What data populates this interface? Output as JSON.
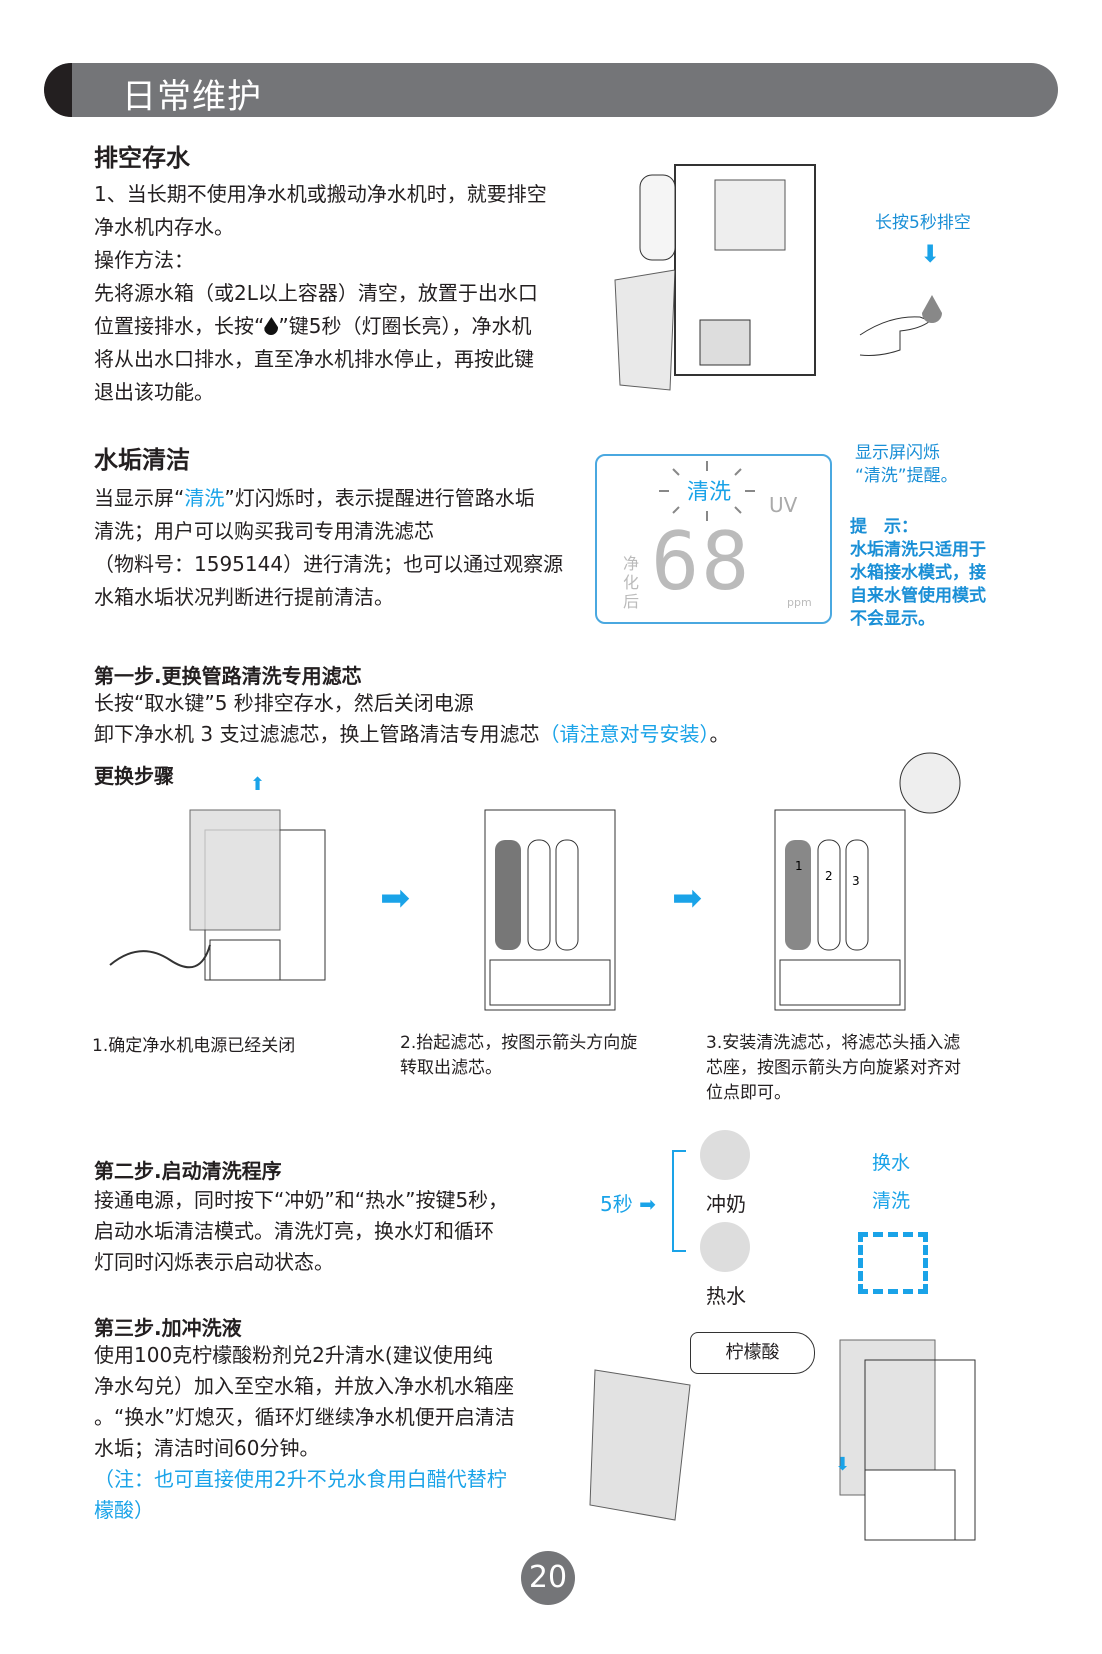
{
  "header": {
    "title": "日常维护"
  },
  "drain": {
    "heading": "排空存水",
    "lines": [
      "1、当长期不使用净水机或搬动净水机时，就要排空",
      "净水机内存水。",
      "操作方法：",
      "先将源水箱（或2L以上容器）清空，放置于出水口"
    ],
    "line5_pre": "位置接排水，长按“",
    "line5_post": "”键5秒（灯圈长亮），净水机",
    "lines_end": [
      "将从出水口排水，直至净水机排水停止，再按此键",
      "退出该功能。"
    ],
    "illus_label": "长按5秒排空"
  },
  "scale": {
    "heading": "水垢清洁",
    "line1_pre": "当显示屏“",
    "line1_hl": "清洗",
    "line1_post": "”灯闪烁时，表示提醒进行管路水垢",
    "lines": [
      "清洗；用户可以购买我司专用清洗滤芯",
      "（物料号：1595144）进行清洗；也可以通过观察源",
      "水箱水垢状况判断进行提前清洁。"
    ],
    "lcd": {
      "clean": "清洗",
      "uv": "UV",
      "after": "净化后",
      "value": "68",
      "unit": "ppm"
    },
    "notes": [
      "显示屏闪烁",
      "“清洗”提醒。"
    ],
    "tip_title": "提　示：",
    "tips": [
      "水垢清洗只适用于",
      "水箱接水模式，接",
      "自来水管使用模式",
      "不会显示。"
    ]
  },
  "step1": {
    "heading": "第一步.更换管路清洗专用滤芯",
    "line1": "长按“取水键”5 秒排空存水，然后关闭电源",
    "line2_pre": "卸下净水机 3 支过滤滤芯，换上管路清洁专用滤芯",
    "line2_hl": "（请注意对号安装）",
    "line2_post": "。",
    "sub": "更换步骤",
    "captions": [
      [
        "1.确定净水机电源已经关闭"
      ],
      [
        "2.抬起滤芯，按图示箭头方向旋",
        "转取出滤芯。"
      ],
      [
        "3.安装清洗滤芯，将滤芯头插入滤",
        "芯座，按图示箭头方向旋紧对齐对",
        "位点即可。"
      ]
    ],
    "filter_numbers": [
      "1",
      "2",
      "3"
    ]
  },
  "step2": {
    "heading": "第二步.启动清洗程序",
    "lines": [
      "接通电源，同时按下“冲奶”和“热水”按键5秒，",
      "启动水垢清洁模式。清洗灯亮，换水灯和循环",
      "灯同时闪烁表示启动状态。"
    ],
    "timer": "5秒",
    "btn1": "冲奶",
    "btn2": "热水",
    "ind1": "换水",
    "ind2": "清洗"
  },
  "step3": {
    "heading": "第三步.加冲洗液",
    "lines": [
      "使用100克柠檬酸粉剂兑2升清水(建议使用纯",
      "净水勾兑）加入至空水箱，并放入净水机水箱座",
      "。“换水”灯熄灭，循环灯继续净水机便开启清洁",
      "水垢；清洁时间60分钟。"
    ],
    "note": [
      "（注：也可直接使用2升不兑水食用白醋代替柠",
      "檬酸）"
    ],
    "bottle": "柠檬酸"
  },
  "page_number": "20",
  "colors": {
    "accent": "#1aa3e8",
    "bar": "#747578"
  }
}
